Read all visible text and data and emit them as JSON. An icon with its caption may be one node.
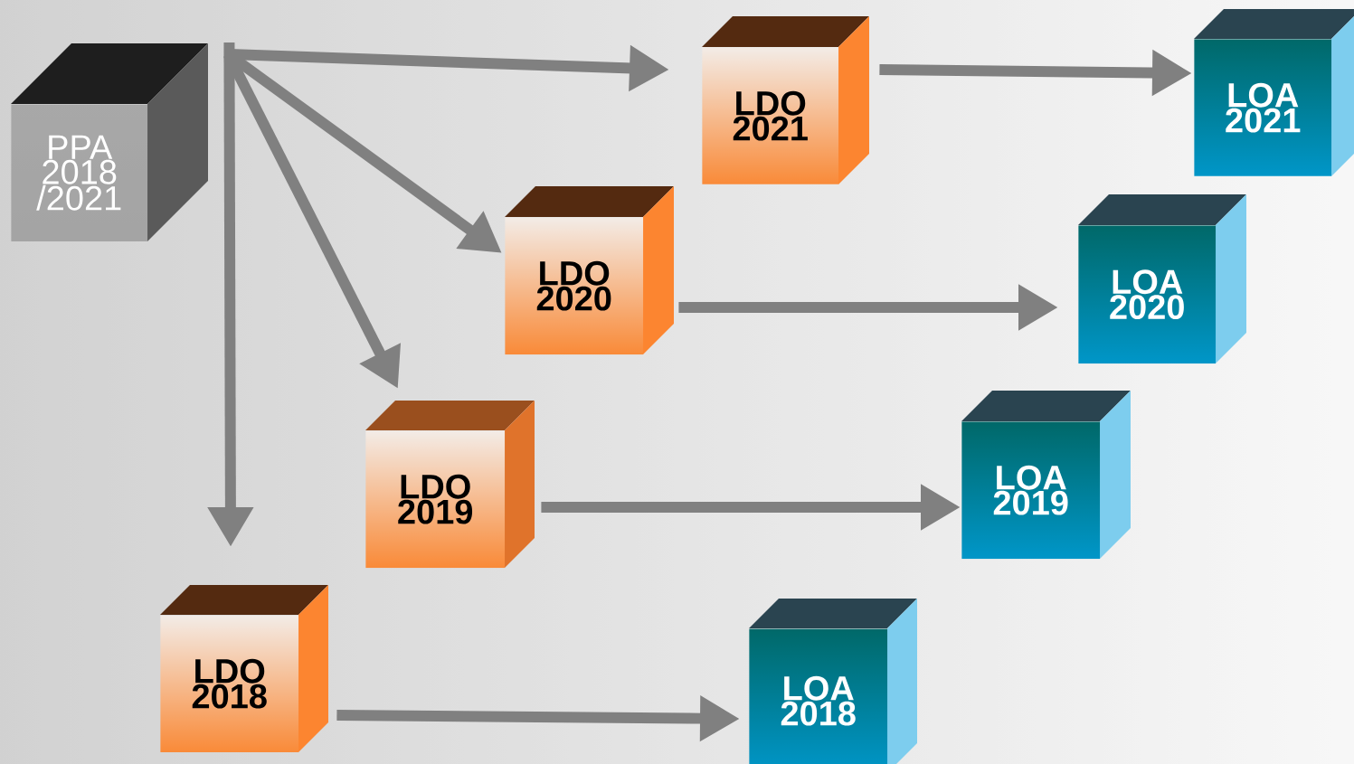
{
  "diagram": {
    "nodes": [
      {
        "text": [
          "PPA 2018 /2021"
        ]
      },
      {
        "text": [
          "LDO 2021"
        ]
      },
      {
        "text": [
          "LOA 2021"
        ]
      },
      {
        "text": [
          "LDO 2020"
        ]
      },
      {
        "text": [
          "LOA 2020"
        ]
      },
      {
        "text": [
          "LDO 2019"
        ]
      },
      {
        "text": [
          "LOA 2019"
        ]
      },
      {
        "text": [
          "LDO 2018"
        ]
      },
      {
        "text": [
          "LOA 2018"
        ]
      }
    ],
    "edges": [
      {
        "from": 0,
        "to": 1,
        "arrow": "to"
      },
      {
        "from": 0,
        "to": 3,
        "arrow": "to"
      },
      {
        "from": 0,
        "to": 5,
        "arrow": "to"
      },
      {
        "from": 0,
        "to": 7,
        "arrow": "to"
      },
      {
        "from": 1,
        "to": 2,
        "arrow": "to"
      },
      {
        "from": 3,
        "to": 4,
        "arrow": "to"
      },
      {
        "from": 5,
        "to": 6,
        "arrow": "to"
      },
      {
        "from": 7,
        "to": 8,
        "arrow": "to"
      }
    ]
  }
}
